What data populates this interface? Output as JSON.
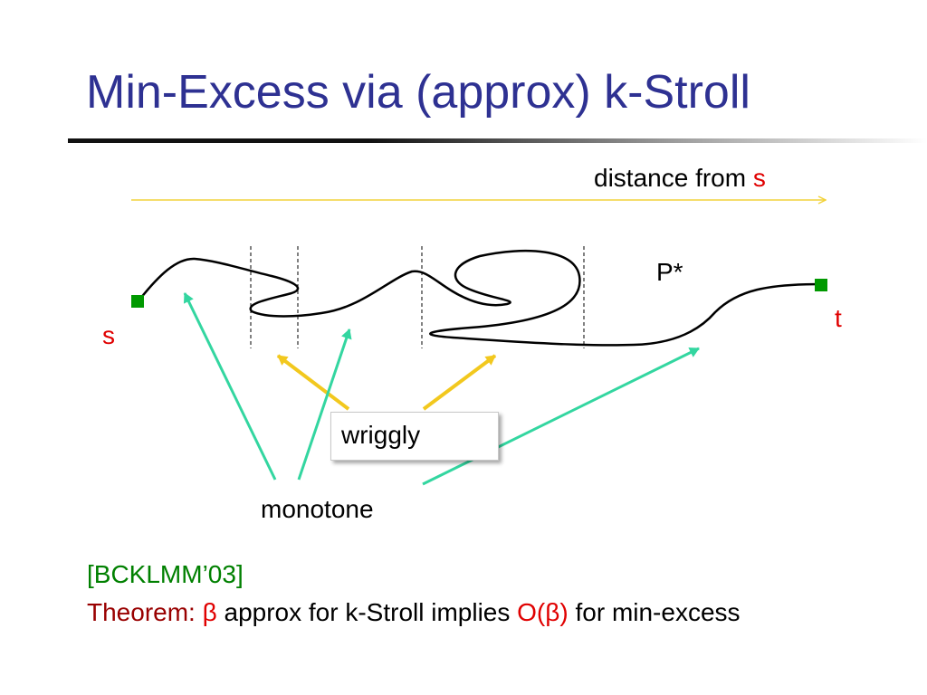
{
  "slide": {
    "title": "Min-Excess via (approx) k-Stroll",
    "distance_label": "distance from ",
    "distance_label_s": "s",
    "path_label": "P*",
    "start_label": "s",
    "end_label": "t",
    "wriggly_label": "wriggly",
    "monotone_label": "monotone",
    "citation": "[BCKLMM’03]",
    "theorem_label": "Theorem:",
    "theorem_beta": "β",
    "theorem_mid": " approx for k-Stroll implies ",
    "theorem_obeta": "O(β)",
    "theorem_end": " for min-excess"
  },
  "colors": {
    "title": "#2e3192",
    "distance_arrow": "#f2d23a",
    "endpoint": "#009900",
    "wriggly_arrows": "#f2c81e",
    "monotone_arrows": "#33d6a0",
    "highlight_red": "#e00000",
    "citation_green": "#008000",
    "theorem_darkred": "#990000"
  }
}
